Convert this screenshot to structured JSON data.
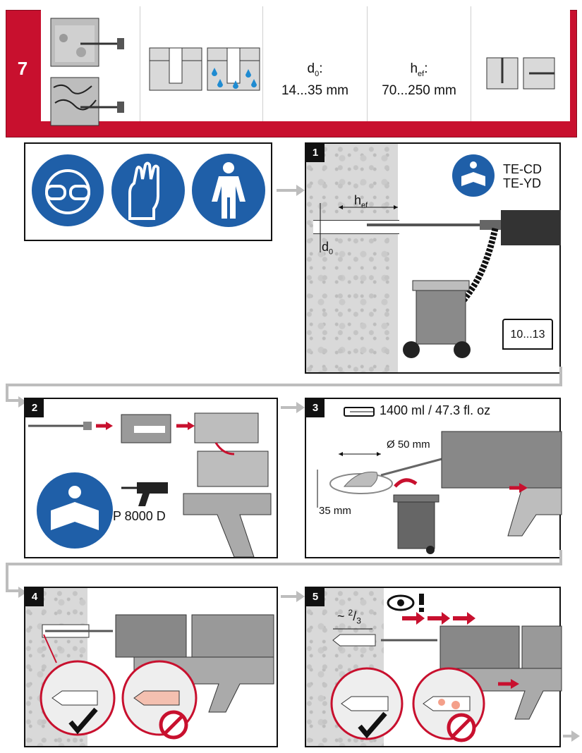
{
  "header": {
    "step_number": "7",
    "d0_label": "d",
    "d0_sub": "0",
    "d0_suffix": ":",
    "d0_range": "14...35 mm",
    "hef_label": "h",
    "hef_sub": "ef",
    "hef_suffix": ":",
    "hef_range": "70...250 mm"
  },
  "step1": {
    "number": "1",
    "hef_label": "h",
    "hef_sub": "ef",
    "d0_label": "d",
    "d0_sub": "0",
    "tool_line1": "TE-CD",
    "tool_line2": "TE-YD",
    "page_ref": "10...13"
  },
  "step2": {
    "number": "2",
    "dispenser_label": "P 8000 D"
  },
  "step3": {
    "number": "3",
    "volume": "1400 ml / 47.3 fl. oz",
    "diameter": "Ø 50 mm",
    "depth": "35 mm"
  },
  "step4": {
    "number": "4"
  },
  "step5": {
    "number": "5",
    "fraction_prefix": "~",
    "fraction_num": "2",
    "fraction_den": "3"
  },
  "colors": {
    "brand_red": "#c8102e",
    "sign_blue": "#1f5fa8",
    "hilti_red": "#c8102e"
  },
  "icons": [
    "safety-goggles-icon",
    "gloves-icon",
    "protective-suit-icon",
    "read-manual-icon",
    "trash-bin-icon",
    "eye-inspect-icon",
    "check-icon",
    "prohibited-icon",
    "book-icon"
  ]
}
